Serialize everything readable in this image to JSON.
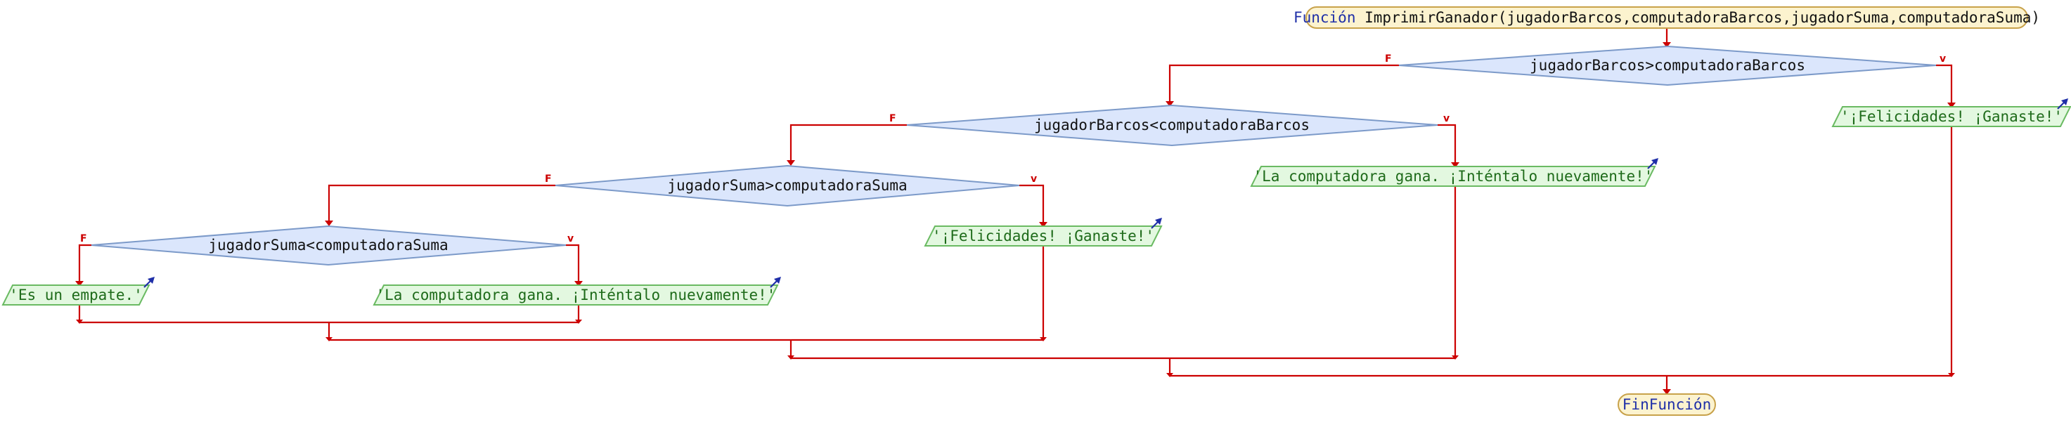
{
  "start": {
    "keyword": "Función",
    "signature": "ImprimirGanador(jugadorBarcos,computadoraBarcos,jugadorSuma,computadoraSuma)"
  },
  "end": {
    "keyword": "FinFunción"
  },
  "branch_labels": {
    "true": "v",
    "false": "F"
  },
  "decisions": [
    {
      "id": "d1",
      "text": "jugadorBarcos>computadoraBarcos"
    },
    {
      "id": "d2",
      "text": "jugadorBarcos<computadoraBarcos"
    },
    {
      "id": "d3",
      "text": "jugadorSuma>computadoraSuma"
    },
    {
      "id": "d4",
      "text": "jugadorSuma<computadoraSuma"
    }
  ],
  "outputs": [
    {
      "id": "o1",
      "text": "'¡Felicidades! ¡Ganaste!'"
    },
    {
      "id": "o2",
      "text": "'La computadora gana. ¡Inténtalo nuevamente!'"
    },
    {
      "id": "o3",
      "text": "'¡Felicidades! ¡Ganaste!'"
    },
    {
      "id": "o4",
      "text": "'La computadora gana. ¡Inténtalo nuevamente!'"
    },
    {
      "id": "o5",
      "text": "'Es un empate.'"
    }
  ]
}
